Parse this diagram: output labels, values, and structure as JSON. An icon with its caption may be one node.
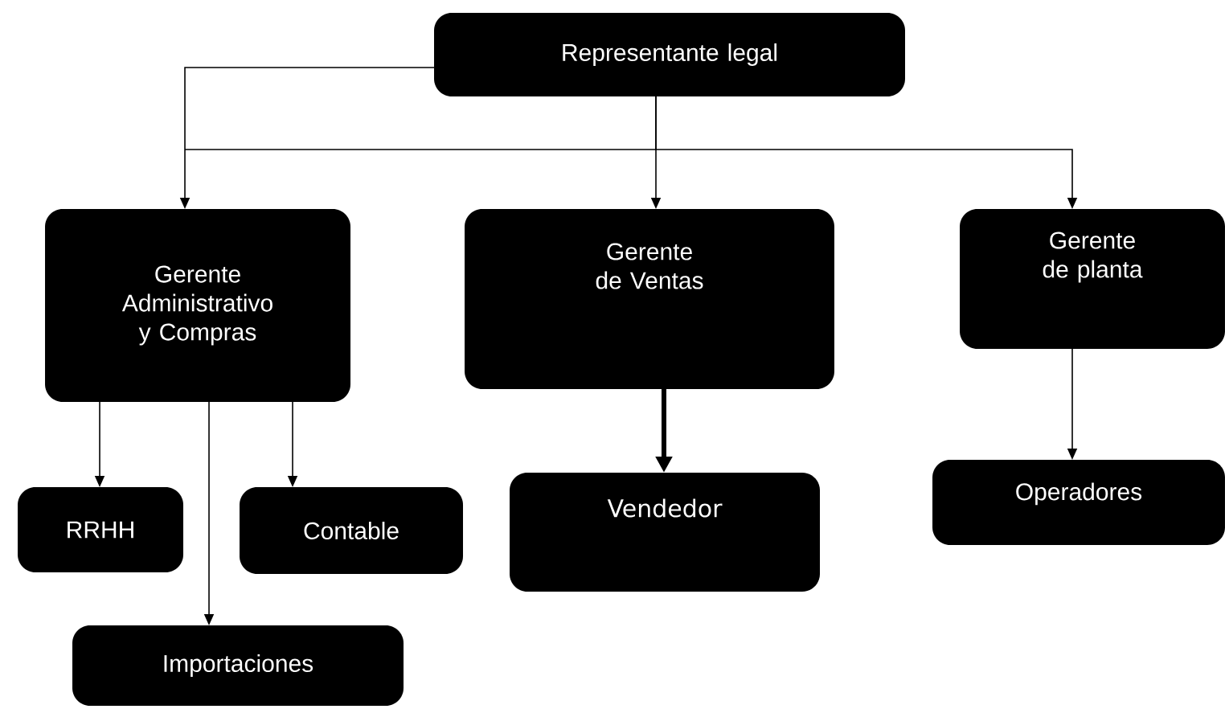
{
  "diagram": {
    "nodes": [
      {
        "text": [
          "Representante legal"
        ]
      },
      {
        "text": [
          "Gerente Administrativo y Compras"
        ]
      },
      {
        "text": [
          "Gerente de Ventas"
        ]
      },
      {
        "text": [
          "Gerente de planta"
        ]
      },
      {
        "text": [
          "RRHH"
        ]
      },
      {
        "text": [
          "Contable"
        ]
      },
      {
        "text": [
          "Importaciones"
        ]
      },
      {
        "text": [
          "Vendedor"
        ]
      },
      {
        "text": [
          "Operadores"
        ]
      }
    ],
    "edges": [
      {
        "from": 0,
        "to": 1,
        "arrow": "to"
      },
      {
        "from": 0,
        "to": 2,
        "arrow": "to"
      },
      {
        "from": 0,
        "to": 3,
        "arrow": "to"
      },
      {
        "from": 1,
        "to": 4,
        "arrow": "to"
      },
      {
        "from": 1,
        "to": 6,
        "arrow": "to"
      },
      {
        "from": 1,
        "to": 5,
        "arrow": "to"
      },
      {
        "from": 2,
        "to": 7,
        "arrow": "to",
        "style": "thick"
      },
      {
        "from": 3,
        "to": 8,
        "arrow": "to"
      }
    ]
  }
}
